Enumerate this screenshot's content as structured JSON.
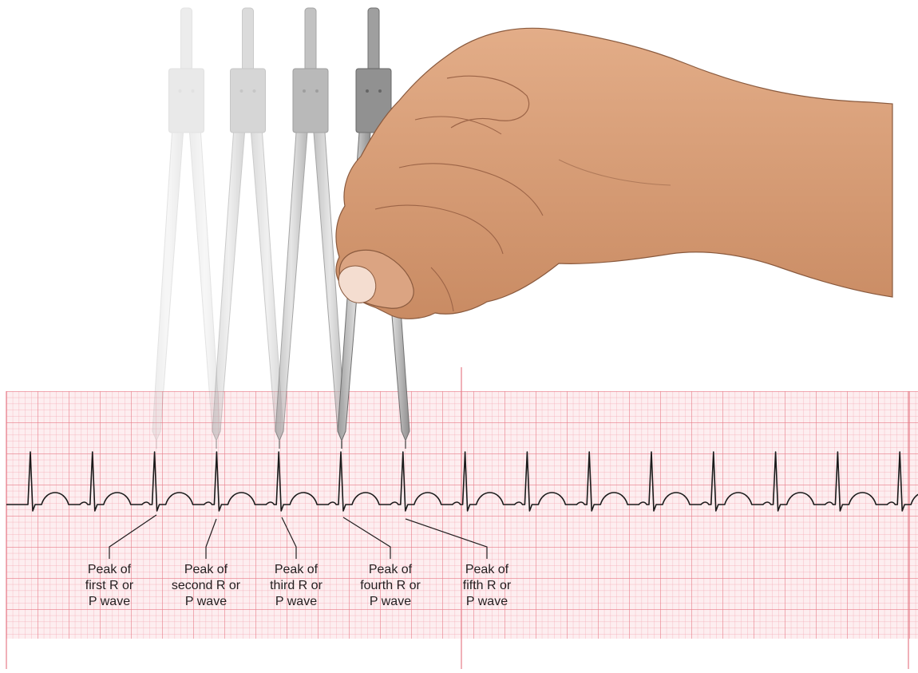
{
  "colors": {
    "grid_fine": "#f6b3bd",
    "grid_major": "#e8747f",
    "paper": "#fde7ea",
    "trace": "#1a1a1a",
    "skin": "#d9a079",
    "skin_shadow": "#b57a57",
    "caliper": "#8f8f8f"
  },
  "icons": [
    "hand-icon",
    "caliper-icon"
  ],
  "labels": [
    {
      "lines": [
        "Peak of",
        "first R or",
        "P wave"
      ]
    },
    {
      "lines": [
        "Peak of",
        "second R or",
        "P wave"
      ]
    },
    {
      "lines": [
        "Peak of",
        "third R or",
        "P wave"
      ]
    },
    {
      "lines": [
        "Peak of",
        "fourth R or",
        "P wave"
      ]
    },
    {
      "lines": [
        "Peak of",
        "fifth R or",
        "P wave"
      ]
    }
  ]
}
